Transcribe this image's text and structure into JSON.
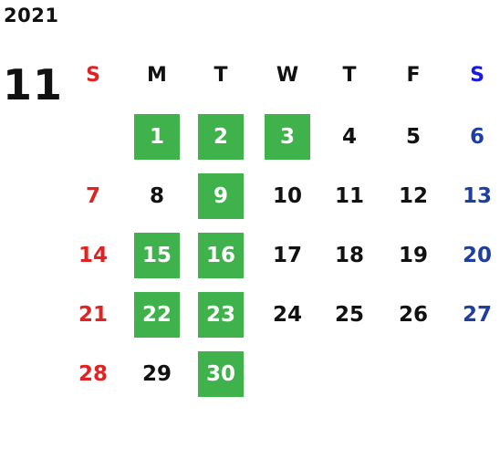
{
  "calendar": {
    "year": "2021",
    "month": "11",
    "weekday_headers": [
      "S",
      "M",
      "T",
      "W",
      "T",
      "F",
      "S"
    ],
    "first_weekday_index": 1,
    "days_in_month": 30,
    "highlighted_days": [
      1,
      2,
      3,
      9,
      15,
      16,
      22,
      23,
      30
    ]
  },
  "colors": {
    "text": "#111111",
    "sunday": "#e02222",
    "saturday_header": "#1a1ae6",
    "saturday": "#1f3f9f",
    "highlight_bg": "#3fb24b",
    "highlight_text": "#ffffff"
  }
}
